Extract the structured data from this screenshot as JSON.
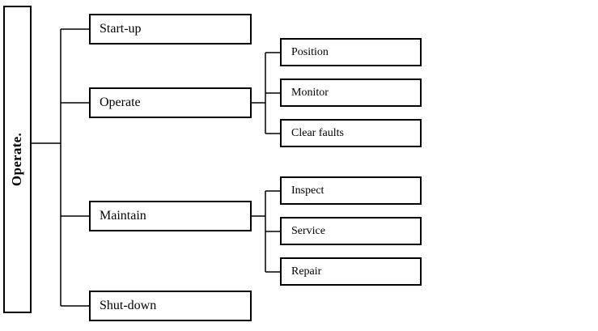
{
  "root": {
    "label": "Operate."
  },
  "branches": [
    {
      "label": "Start-up",
      "children": []
    },
    {
      "label": "Operate",
      "children": [
        {
          "label": "Position"
        },
        {
          "label": "Monitor"
        },
        {
          "label": "Clear faults"
        }
      ]
    },
    {
      "label": "Maintain",
      "children": [
        {
          "label": "Inspect"
        },
        {
          "label": "Service"
        },
        {
          "label": "Repair"
        }
      ]
    },
    {
      "label": "Shut-down",
      "children": []
    }
  ]
}
